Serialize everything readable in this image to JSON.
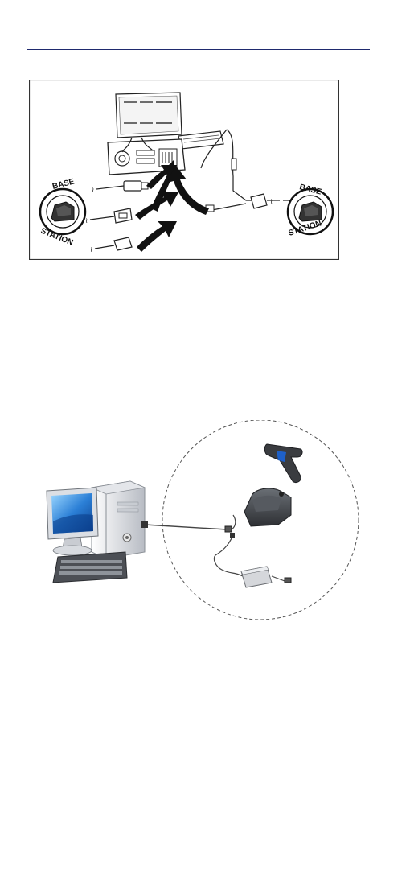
{
  "figure1": {
    "badge_left": {
      "top": "BASE",
      "bottom": "STATION"
    },
    "badge_right": {
      "top": "BASE",
      "bottom": "STATION"
    }
  },
  "figure2": {}
}
